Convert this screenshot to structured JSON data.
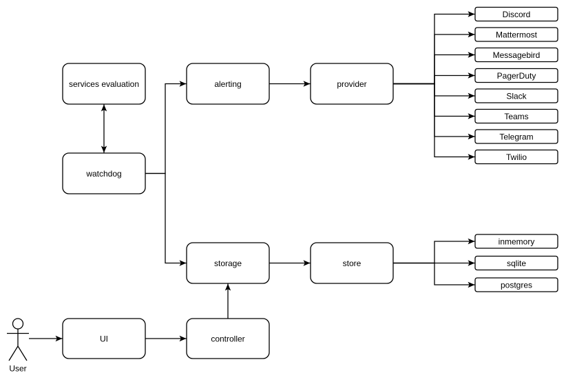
{
  "diagram": {
    "colors": {
      "stroke": "#000000",
      "node_fill": "#ffffff",
      "background": "#ffffff"
    },
    "actor": {
      "label": "User"
    },
    "nodes": {
      "services_evaluation": {
        "label": "services evaluation"
      },
      "watchdog": {
        "label": "watchdog"
      },
      "alerting": {
        "label": "alerting"
      },
      "provider": {
        "label": "provider"
      },
      "storage": {
        "label": "storage"
      },
      "store": {
        "label": "store"
      },
      "ui": {
        "label": "UI"
      },
      "controller": {
        "label": "controller"
      }
    },
    "provider_types": [
      "Discord",
      "Mattermost",
      "Messagebird",
      "PagerDuty",
      "Slack",
      "Teams",
      "Telegram",
      "Twilio"
    ],
    "store_types": [
      "inmemory",
      "sqlite",
      "postgres"
    ],
    "edges": [
      {
        "from": "watchdog",
        "to": "services evaluation",
        "direction": "both"
      },
      {
        "from": "watchdog",
        "to": "alerting",
        "direction": "forward"
      },
      {
        "from": "watchdog",
        "to": "storage",
        "direction": "forward"
      },
      {
        "from": "alerting",
        "to": "provider",
        "direction": "forward"
      },
      {
        "from": "provider",
        "to": "Discord",
        "direction": "forward"
      },
      {
        "from": "provider",
        "to": "Mattermost",
        "direction": "forward"
      },
      {
        "from": "provider",
        "to": "Messagebird",
        "direction": "forward"
      },
      {
        "from": "provider",
        "to": "PagerDuty",
        "direction": "forward"
      },
      {
        "from": "provider",
        "to": "Slack",
        "direction": "forward"
      },
      {
        "from": "provider",
        "to": "Teams",
        "direction": "forward"
      },
      {
        "from": "provider",
        "to": "Telegram",
        "direction": "forward"
      },
      {
        "from": "provider",
        "to": "Twilio",
        "direction": "forward"
      },
      {
        "from": "storage",
        "to": "store",
        "direction": "forward"
      },
      {
        "from": "store",
        "to": "inmemory",
        "direction": "forward"
      },
      {
        "from": "store",
        "to": "sqlite",
        "direction": "forward"
      },
      {
        "from": "store",
        "to": "postgres",
        "direction": "forward"
      },
      {
        "from": "User",
        "to": "UI",
        "direction": "forward"
      },
      {
        "from": "UI",
        "to": "controller",
        "direction": "forward"
      },
      {
        "from": "controller",
        "to": "storage",
        "direction": "forward"
      }
    ]
  }
}
